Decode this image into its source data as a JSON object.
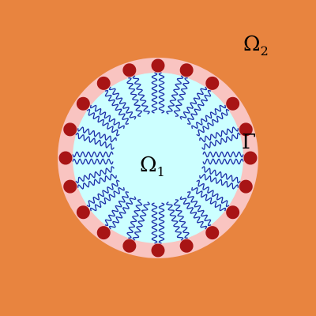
{
  "domains": {
    "inner": {
      "symbol": "Ω",
      "subscript": "1"
    },
    "outer": {
      "symbol": "Ω",
      "subscript": "2"
    },
    "interface": {
      "symbol": "Γ"
    }
  },
  "colors": {
    "background": "#E8843F",
    "ring": "#F9C4C1",
    "core": "#CCFFFF",
    "head": "#A81515",
    "tail": "#1C2EA8"
  },
  "lipid_count": 20
}
